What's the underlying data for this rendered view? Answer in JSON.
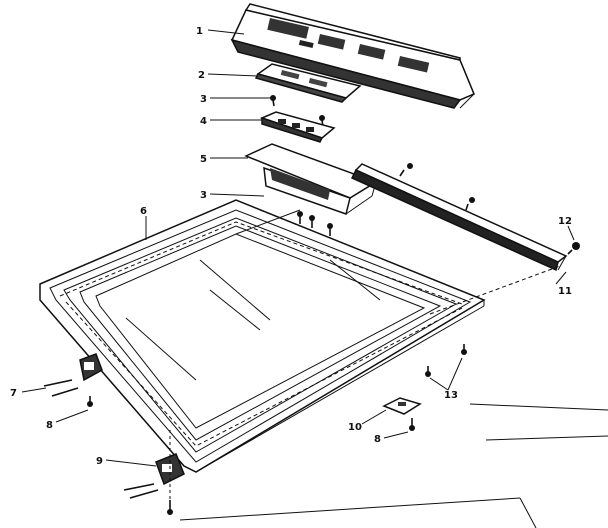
{
  "callouts": {
    "c1": "1",
    "c2": "2",
    "c3a": "3",
    "c4": "4",
    "c5": "5",
    "c3b": "3",
    "c6": "6",
    "c7": "7",
    "c8a": "8",
    "c9": "9",
    "c10": "10",
    "c8b": "8",
    "c11": "11",
    "c12": "12",
    "c13": "13"
  }
}
